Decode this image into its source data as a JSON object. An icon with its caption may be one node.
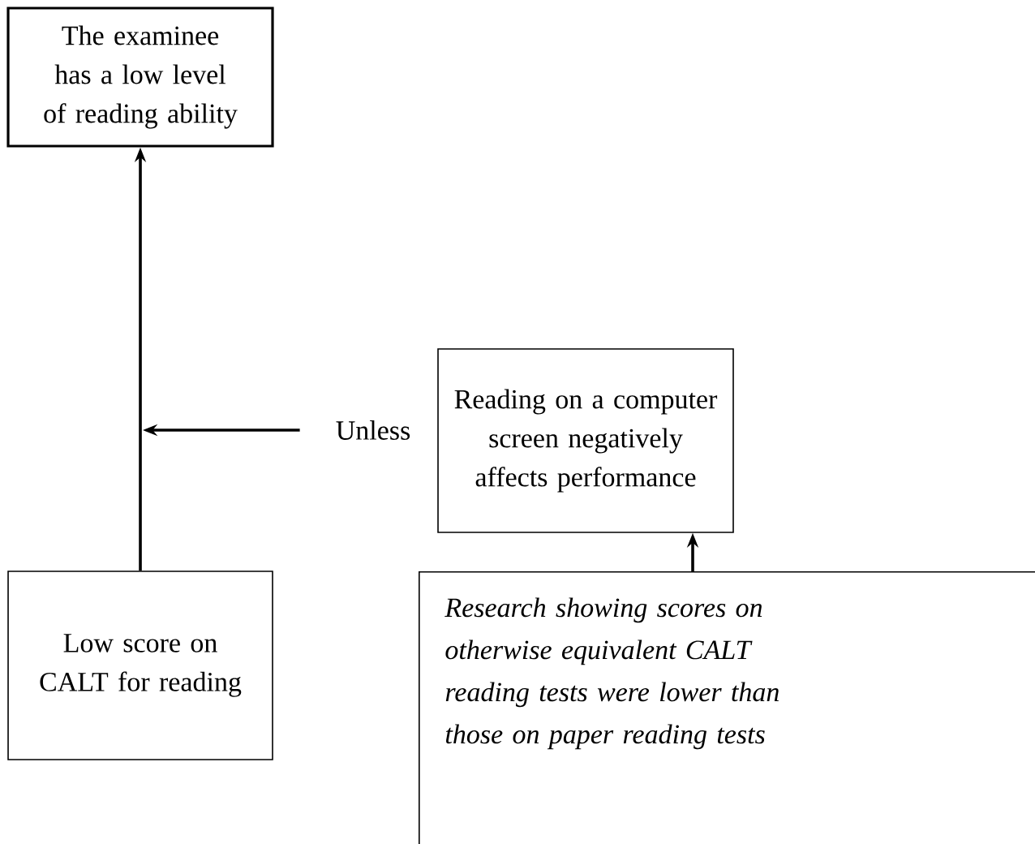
{
  "diagram": {
    "nodes": [
      {
        "text": [
          "The examinee has a low level of reading ability"
        ]
      },
      {
        "text": [
          "Low score on CALT for reading"
        ]
      },
      {
        "text": [
          "Unless"
        ]
      },
      {
        "text": [
          "Reading on a computer screen negatively affects performance"
        ]
      },
      {
        "text": [
          "Research showing scores on otherwise equivalent CALT reading tests were lower than those on paper reading tests"
        ]
      }
    ],
    "edges": [
      {
        "from": 1,
        "to": 0,
        "arrow": "to"
      },
      {
        "from": 2,
        "to": null,
        "arrow": "to"
      },
      {
        "from": 4,
        "to": 3,
        "arrow": "to"
      }
    ]
  }
}
